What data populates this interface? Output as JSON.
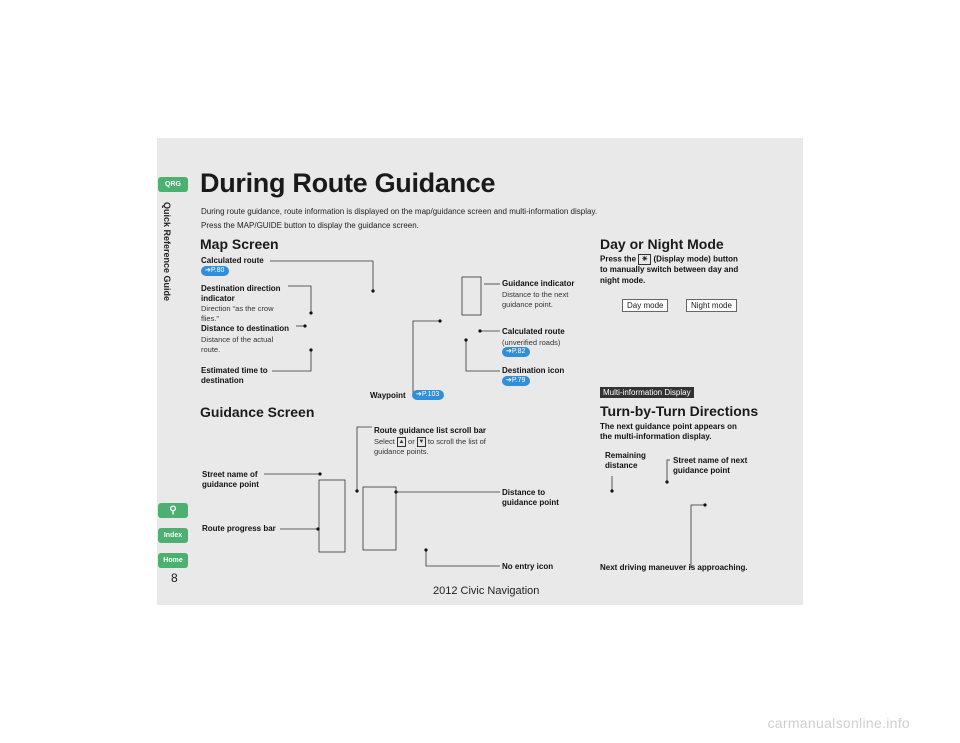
{
  "tabs": {
    "qrg": "QRG",
    "nav": "⚲",
    "index": "Index",
    "home": "Home"
  },
  "side_label": "Quick Reference Guide",
  "page_number": "8",
  "footer": "2012 Civic Navigation",
  "watermark": "carmanualsonline.info",
  "title": "During Route Guidance",
  "intro": [
    "During route guidance, route information is displayed on the map/guidance screen and multi-information display.",
    "Press the MAP/GUIDE button to display the guidance screen."
  ],
  "map_screen": {
    "heading": "Map Screen",
    "calculated_route": {
      "label": "Calculated route",
      "ref": "P.80"
    },
    "destination_direction": {
      "label": [
        "Destination direction",
        "indicator"
      ],
      "desc": [
        "Direction “as the crow",
        "flies.”"
      ]
    },
    "distance_to_destination": {
      "label": "Distance to destination",
      "desc": [
        "Distance of the actual",
        "route."
      ]
    },
    "estimated_time": {
      "label": [
        "Estimated time to",
        "destination"
      ]
    },
    "waypoint": {
      "label": "Waypoint",
      "ref": "P.103"
    },
    "guidance_indicator": {
      "label": "Guidance indicator",
      "desc": [
        "Distance to the next",
        "guidance point."
      ]
    },
    "calc_route_unverified": {
      "label": "Calculated route",
      "desc": "(unverified roads)",
      "ref": "P.82"
    },
    "destination_icon": {
      "label": "Destination icon",
      "ref": "P.79"
    }
  },
  "guidance_screen": {
    "heading": "Guidance Screen",
    "scroll_bar": {
      "label": "Route guidance list scroll bar",
      "desc_a": "Select",
      "key_up": "▲",
      "desc_or": "or",
      "key_down": "▼",
      "desc_b": "to scroll the list of",
      "desc_c": "guidance points."
    },
    "street_name": {
      "label": [
        "Street name of",
        "guidance point"
      ]
    },
    "progress_bar": {
      "label": "Route progress bar"
    },
    "distance_to_point": {
      "label": [
        "Distance to",
        "guidance point"
      ]
    },
    "no_entry": {
      "label": "No entry icon"
    }
  },
  "day_night": {
    "heading": "Day or Night Mode",
    "text": [
      "Press the",
      "(Display mode) button",
      "to manually switch between day and",
      "night mode."
    ],
    "day": "Day mode",
    "night": "Night mode"
  },
  "turn_by_turn": {
    "tag": "Multi-information Display",
    "heading": "Turn-by-Turn Directions",
    "text": [
      "The next guidance point appears on",
      "the multi-information display."
    ],
    "remaining": [
      "Remaining",
      "distance"
    ],
    "street_next": [
      "Street name of next",
      "guidance point"
    ],
    "maneuver": "Next driving maneuver is approaching."
  }
}
